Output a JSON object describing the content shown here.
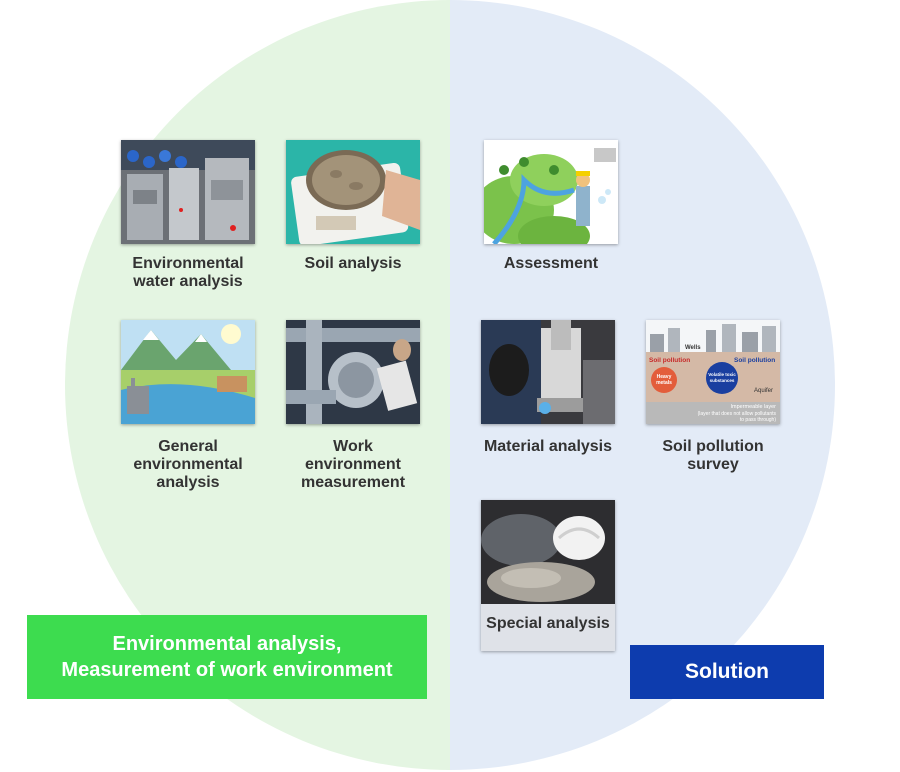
{
  "env_items": [
    {
      "label_lines": [
        "Environmental",
        "water analysis"
      ],
      "icon": "lab-instrument-image"
    },
    {
      "label_lines": [
        "Soil analysis"
      ],
      "icon": "soil-sample-image"
    },
    {
      "label_lines": [
        "General",
        "environmental",
        "analysis"
      ],
      "icon": "landscape-illustration-image"
    },
    {
      "label_lines": [
        "Work",
        "environment",
        "measurement"
      ],
      "icon": "industrial-ducts-image"
    }
  ],
  "solution_items": [
    {
      "label_lines": [
        "Assessment"
      ],
      "icon": "assessment-illustration-image"
    },
    {
      "label_lines": [
        "Material analysis"
      ],
      "icon": "microscope-image"
    },
    {
      "label_lines": [
        "Soil pollution",
        "survey"
      ],
      "icon": "soil-pollution-diagram-image"
    },
    {
      "label_lines": [
        "Special analysis"
      ],
      "icon": "asbestos-mask-image"
    }
  ],
  "soil_diagram": {
    "wells": "Wells",
    "soil_pollution_left": "Soil pollution",
    "soil_pollution_right": "Soil pollution",
    "heavy_metals_1": "Heavy",
    "heavy_metals_2": "metals",
    "voc_1": "Volatile toxic",
    "voc_2": "substances",
    "aquifer": "Aquifer",
    "impermeable_1": "Impermeable layer",
    "impermeable_2": "(layer that does not allow pollutants",
    "impermeable_3": "to pass through)"
  },
  "categories": {
    "env_line1": "Environmental analysis,",
    "env_line2": "Measurement of work environment",
    "solution": "Solution"
  },
  "colors": {
    "env_half": "#e4f5e2",
    "solution_half": "#e3ebf7",
    "env_category": "#3ddc4f",
    "solution_category": "#0d3cae"
  }
}
